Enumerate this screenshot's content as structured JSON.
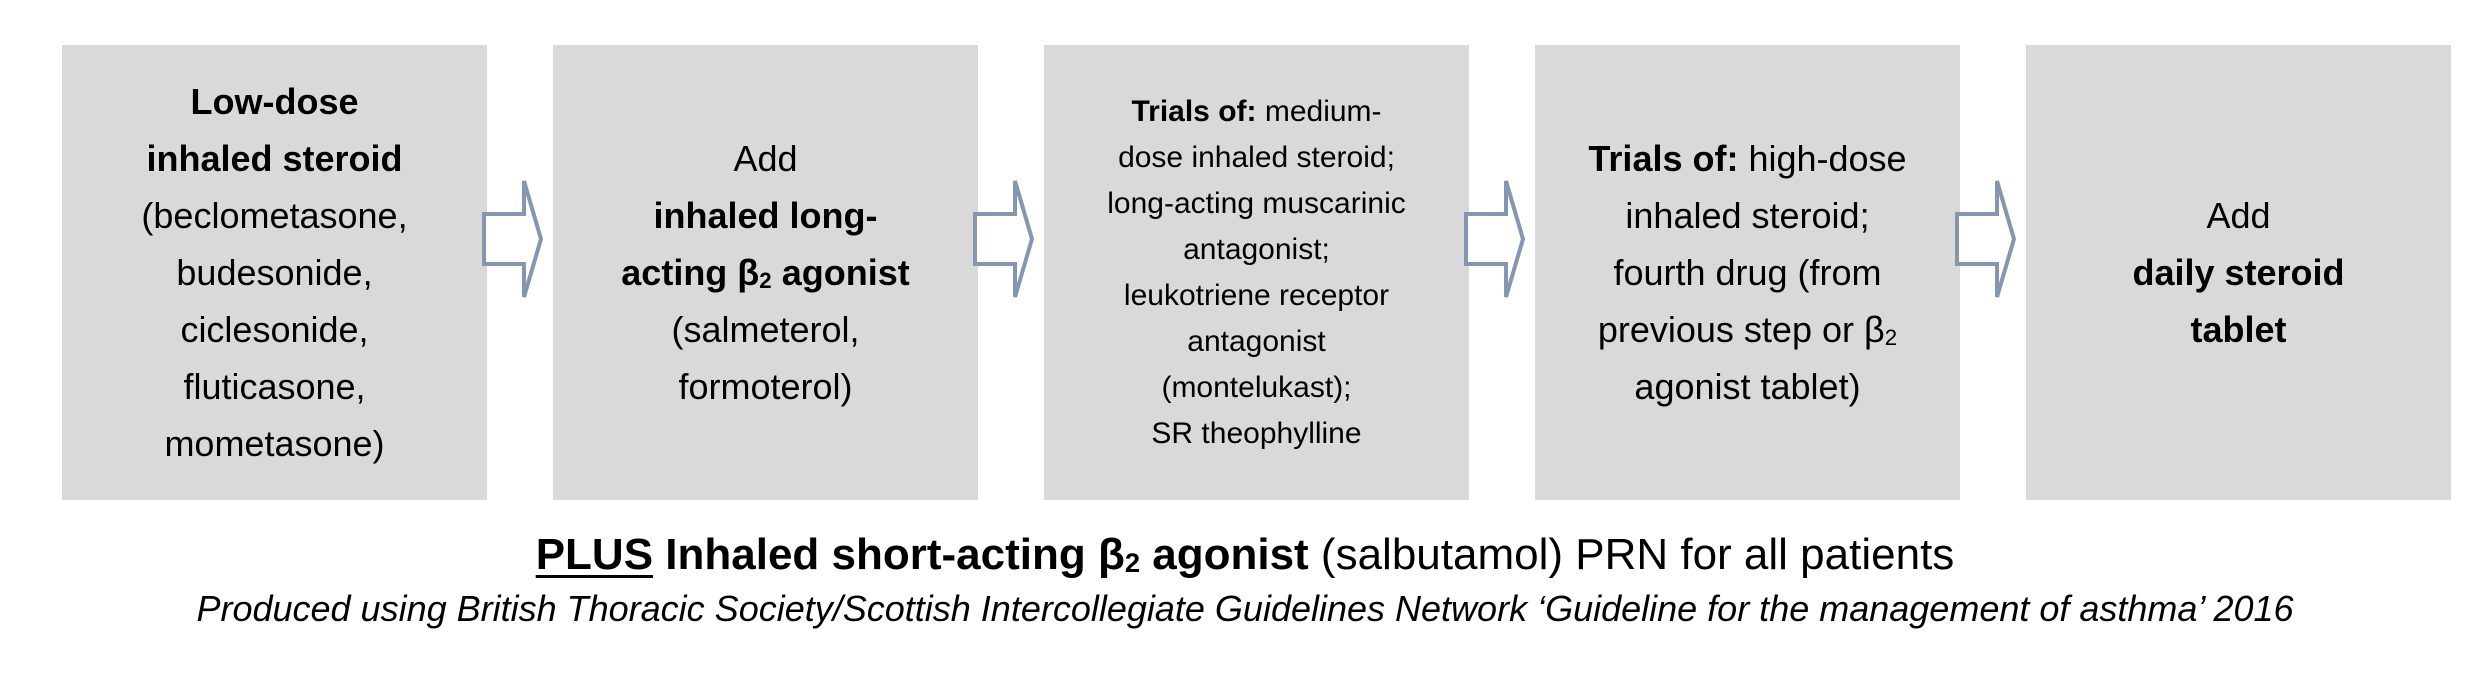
{
  "page": {
    "background": "#FFFFFF",
    "text_color": "#000000"
  },
  "flowchart": {
    "box_fill": "#D9D9D9",
    "arrow_color": "#8496B0",
    "arrow_fill": "#FFFFFF",
    "boxes": [
      {
        "id": "low-dose-inhaled-steroid",
        "lines": [
          [
            {
              "t": "Low-dose",
              "b": 1
            }
          ],
          [
            {
              "t": "inhaled steroid",
              "b": 1
            }
          ],
          [
            {
              "t": "(beclometasone,"
            }
          ],
          [
            {
              "t": "budesonide,"
            }
          ],
          [
            {
              "t": "ciclesonide,"
            }
          ],
          [
            {
              "t": "fluticasone,"
            }
          ],
          [
            {
              "t": "mometasone)"
            }
          ]
        ]
      },
      {
        "id": "add-inhaled-long-acting-b2-agonist",
        "lines": [
          [
            {
              "t": "Add"
            }
          ],
          [
            {
              "t": "inhaled long-",
              "b": 1
            }
          ],
          [
            {
              "t": "acting β",
              "b": 1
            },
            {
              "t": "2",
              "b": 1,
              "sub": 1
            },
            {
              "t": " agonist",
              "b": 1
            }
          ],
          [
            {
              "t": "(salmeterol,"
            }
          ],
          [
            {
              "t": "formoterol)"
            }
          ]
        ]
      },
      {
        "id": "trials-of-medium-dose",
        "small": true,
        "lines": [
          [
            {
              "t": "Trials of:",
              "b": 1
            },
            {
              "t": " medium-"
            }
          ],
          [
            {
              "t": "dose inhaled steroid;"
            }
          ],
          [
            {
              "t": "long-acting muscarinic"
            }
          ],
          [
            {
              "t": "antagonist;"
            }
          ],
          [
            {
              "t": "leukotriene receptor"
            }
          ],
          [
            {
              "t": "antagonist"
            }
          ],
          [
            {
              "t": "(montelukast);"
            }
          ],
          [
            {
              "t": "SR theophylline"
            }
          ]
        ]
      },
      {
        "id": "trials-of-high-dose",
        "lines": [
          [
            {
              "t": "Trials of:",
              "b": 1
            },
            {
              "t": " high-dose"
            }
          ],
          [
            {
              "t": "inhaled steroid;"
            }
          ],
          [
            {
              "t": "fourth drug (from"
            }
          ],
          [
            {
              "t": "previous step or β"
            },
            {
              "t": "2",
              "sub": 1
            }
          ],
          [
            {
              "t": "agonist tablet)"
            }
          ]
        ]
      },
      {
        "id": "add-daily-steroid-tablet",
        "lines": [
          [
            {
              "t": "Add"
            }
          ],
          [
            {
              "t": "daily steroid",
              "b": 1
            }
          ],
          [
            {
              "t": "tablet",
              "b": 1
            }
          ]
        ]
      }
    ]
  },
  "footer": {
    "line1": [
      {
        "t": "PLUS",
        "b": 1,
        "u": 1
      },
      {
        "t": " "
      },
      {
        "t": "Inhaled short-acting β",
        "b": 1
      },
      {
        "t": "2",
        "b": 1,
        "sub": 1
      },
      {
        "t": " agonist",
        "b": 1
      },
      {
        "t": " (salbutamol) PRN for all patients"
      }
    ],
    "line2": "Produced using British Thoracic Society/Scottish Intercollegiate Guidelines Network ‘Guideline for the management of asthma’ 2016"
  }
}
